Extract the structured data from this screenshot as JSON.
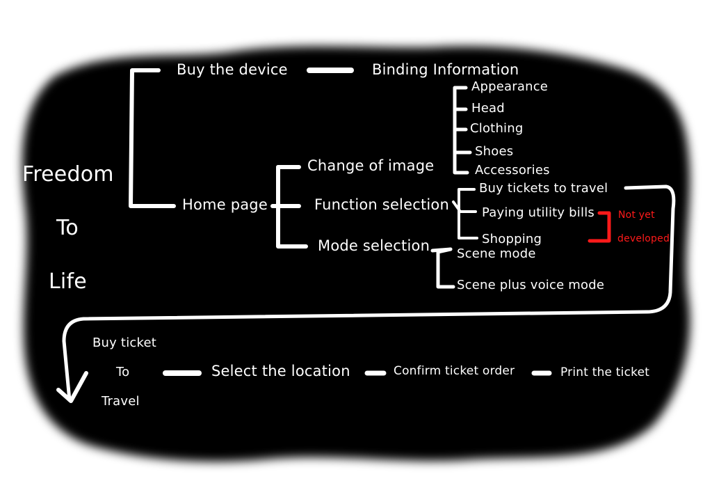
{
  "title_lines": [
    "Freedom",
    "To",
    "Life"
  ],
  "nodes": {
    "buy_device": "Buy the device",
    "binding_info": "Binding Information",
    "home_page": "Home page",
    "change_image": "Change of image",
    "function_selection": "Function selection",
    "mode_selection": "Mode selection"
  },
  "image_items": [
    "Appearance",
    "Head",
    "Clothing",
    "Shoes",
    "Accessories"
  ],
  "function_items": [
    "Buy tickets to travel",
    "Paying utility bills",
    "Shopping"
  ],
  "mode_items": [
    "Scene mode",
    "Scene plus voice mode"
  ],
  "not_developed_note": [
    "Not yet",
    "developed"
  ],
  "ticket_flow": {
    "start_lines": [
      "Buy ticket",
      "To",
      "Travel"
    ],
    "steps": [
      "Select the location",
      "Confirm ticket order",
      "Print the ticket"
    ]
  },
  "colors": {
    "board": "#000000",
    "chalk": "#ffffff",
    "note": "#ff1a1a"
  }
}
